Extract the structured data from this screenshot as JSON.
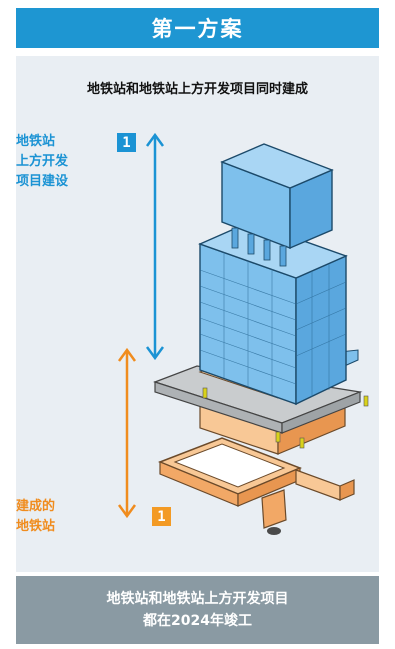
{
  "colors": {
    "title_bg": "#1e96d2",
    "panel_bg": "#e9eef3",
    "footer_bg": "#8a9aa3",
    "blue_text": "#1b93d4",
    "orange_text": "#f08c1e",
    "blue_badge": "#1b93d4",
    "orange_badge": "#f39a24",
    "tower_blue": "#7ec0ec",
    "station_orange": "#f8c896",
    "platform_grey": "#c9ccce"
  },
  "header": {
    "title": "第一方案"
  },
  "subtitle": "地铁站和地铁站上方开发项目同时建成",
  "upper_label": {
    "lines": [
      "地铁站",
      "上方开发",
      "项目建设"
    ],
    "badge": "1"
  },
  "lower_label": {
    "lines": [
      "建成的",
      "地铁站"
    ],
    "badge": "1"
  },
  "footer": {
    "lines": [
      "地铁站和地铁站上方开发项目",
      "都在2024年竣工"
    ]
  }
}
